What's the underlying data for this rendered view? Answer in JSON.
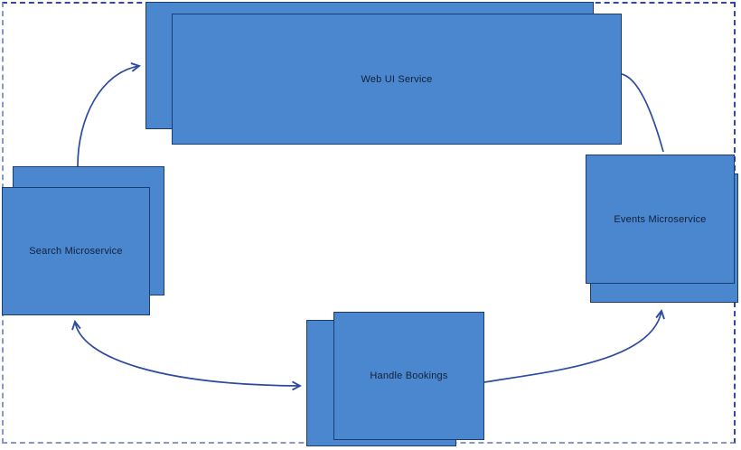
{
  "diagram": {
    "kind": "microservices-architecture-cycle",
    "nodes": [
      {
        "id": "web-ui",
        "label": "Web UI Service",
        "shape": "stacked-rectangle"
      },
      {
        "id": "events",
        "label": "Events Microservice",
        "shape": "stacked-rectangle"
      },
      {
        "id": "search",
        "label": "Search Microservice",
        "shape": "stacked-rectangle"
      },
      {
        "id": "bookings",
        "label": "Handle Bookings",
        "shape": "stacked-rectangle"
      }
    ],
    "edges": [
      {
        "from": "search",
        "to": "web-ui",
        "style": "curved",
        "arrowheads": "end"
      },
      {
        "from": "web-ui",
        "to": "events",
        "style": "curved",
        "arrowheads": "none"
      },
      {
        "from": "bookings",
        "to": "events",
        "style": "curved",
        "arrowheads": "end"
      },
      {
        "from": "search",
        "to": "bookings",
        "style": "curved",
        "arrowheads": "both"
      }
    ]
  },
  "colors": {
    "node_fill": "#4a87ce",
    "node_border": "#1d3b73",
    "arrow": "#2d4ba0",
    "page_border_dark": "#35489b",
    "page_border_light": "#8a97c4",
    "label_text": "#14203a",
    "background": "#ffffff"
  }
}
